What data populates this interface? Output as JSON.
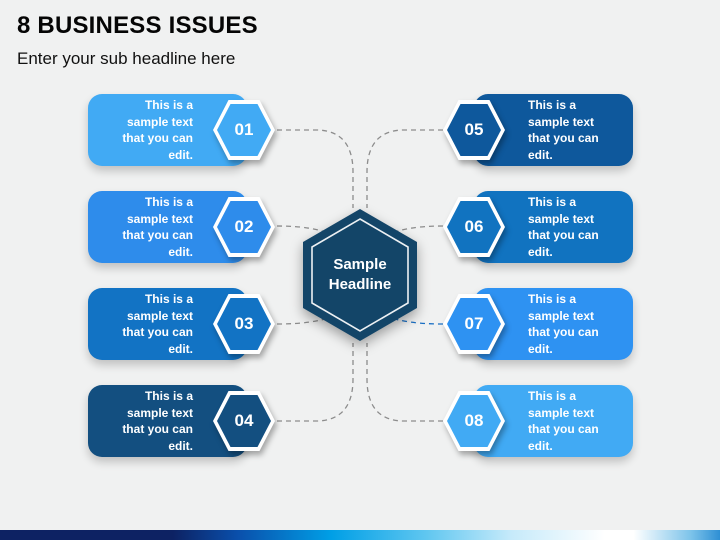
{
  "slide": {
    "title": "8 BUSINESS ISSUES",
    "subtitle": "Enter your sub headline here",
    "center": {
      "label": "Sample Headline",
      "fill": "#134568"
    },
    "items": [
      {
        "number": "01",
        "text": "This is a sample text that you can edit.",
        "color": "#41aaf4",
        "side": "left"
      },
      {
        "number": "02",
        "text": "This is a sample text that you can edit.",
        "color": "#2e8ceb",
        "side": "left"
      },
      {
        "number": "03",
        "text": "This is a sample text that you can edit.",
        "color": "#1273c4",
        "side": "left"
      },
      {
        "number": "04",
        "text": "This is a sample text that you can edit.",
        "color": "#134f80",
        "side": "left"
      },
      {
        "number": "05",
        "text": "This is a sample text that you can edit.",
        "color": "#0e589c",
        "side": "right"
      },
      {
        "number": "06",
        "text": "This is a sample text that you can edit.",
        "color": "#1173c0",
        "side": "right"
      },
      {
        "number": "07",
        "text": "This is a sample text that you can edit.",
        "color": "#2e92f2",
        "side": "right"
      },
      {
        "number": "08",
        "text": "This is a sample text that you can edit.",
        "color": "#41aaf4",
        "side": "right"
      }
    ],
    "connectors": {
      "gray": "#8c8c8c",
      "blue": "#1a6fc4"
    }
  }
}
